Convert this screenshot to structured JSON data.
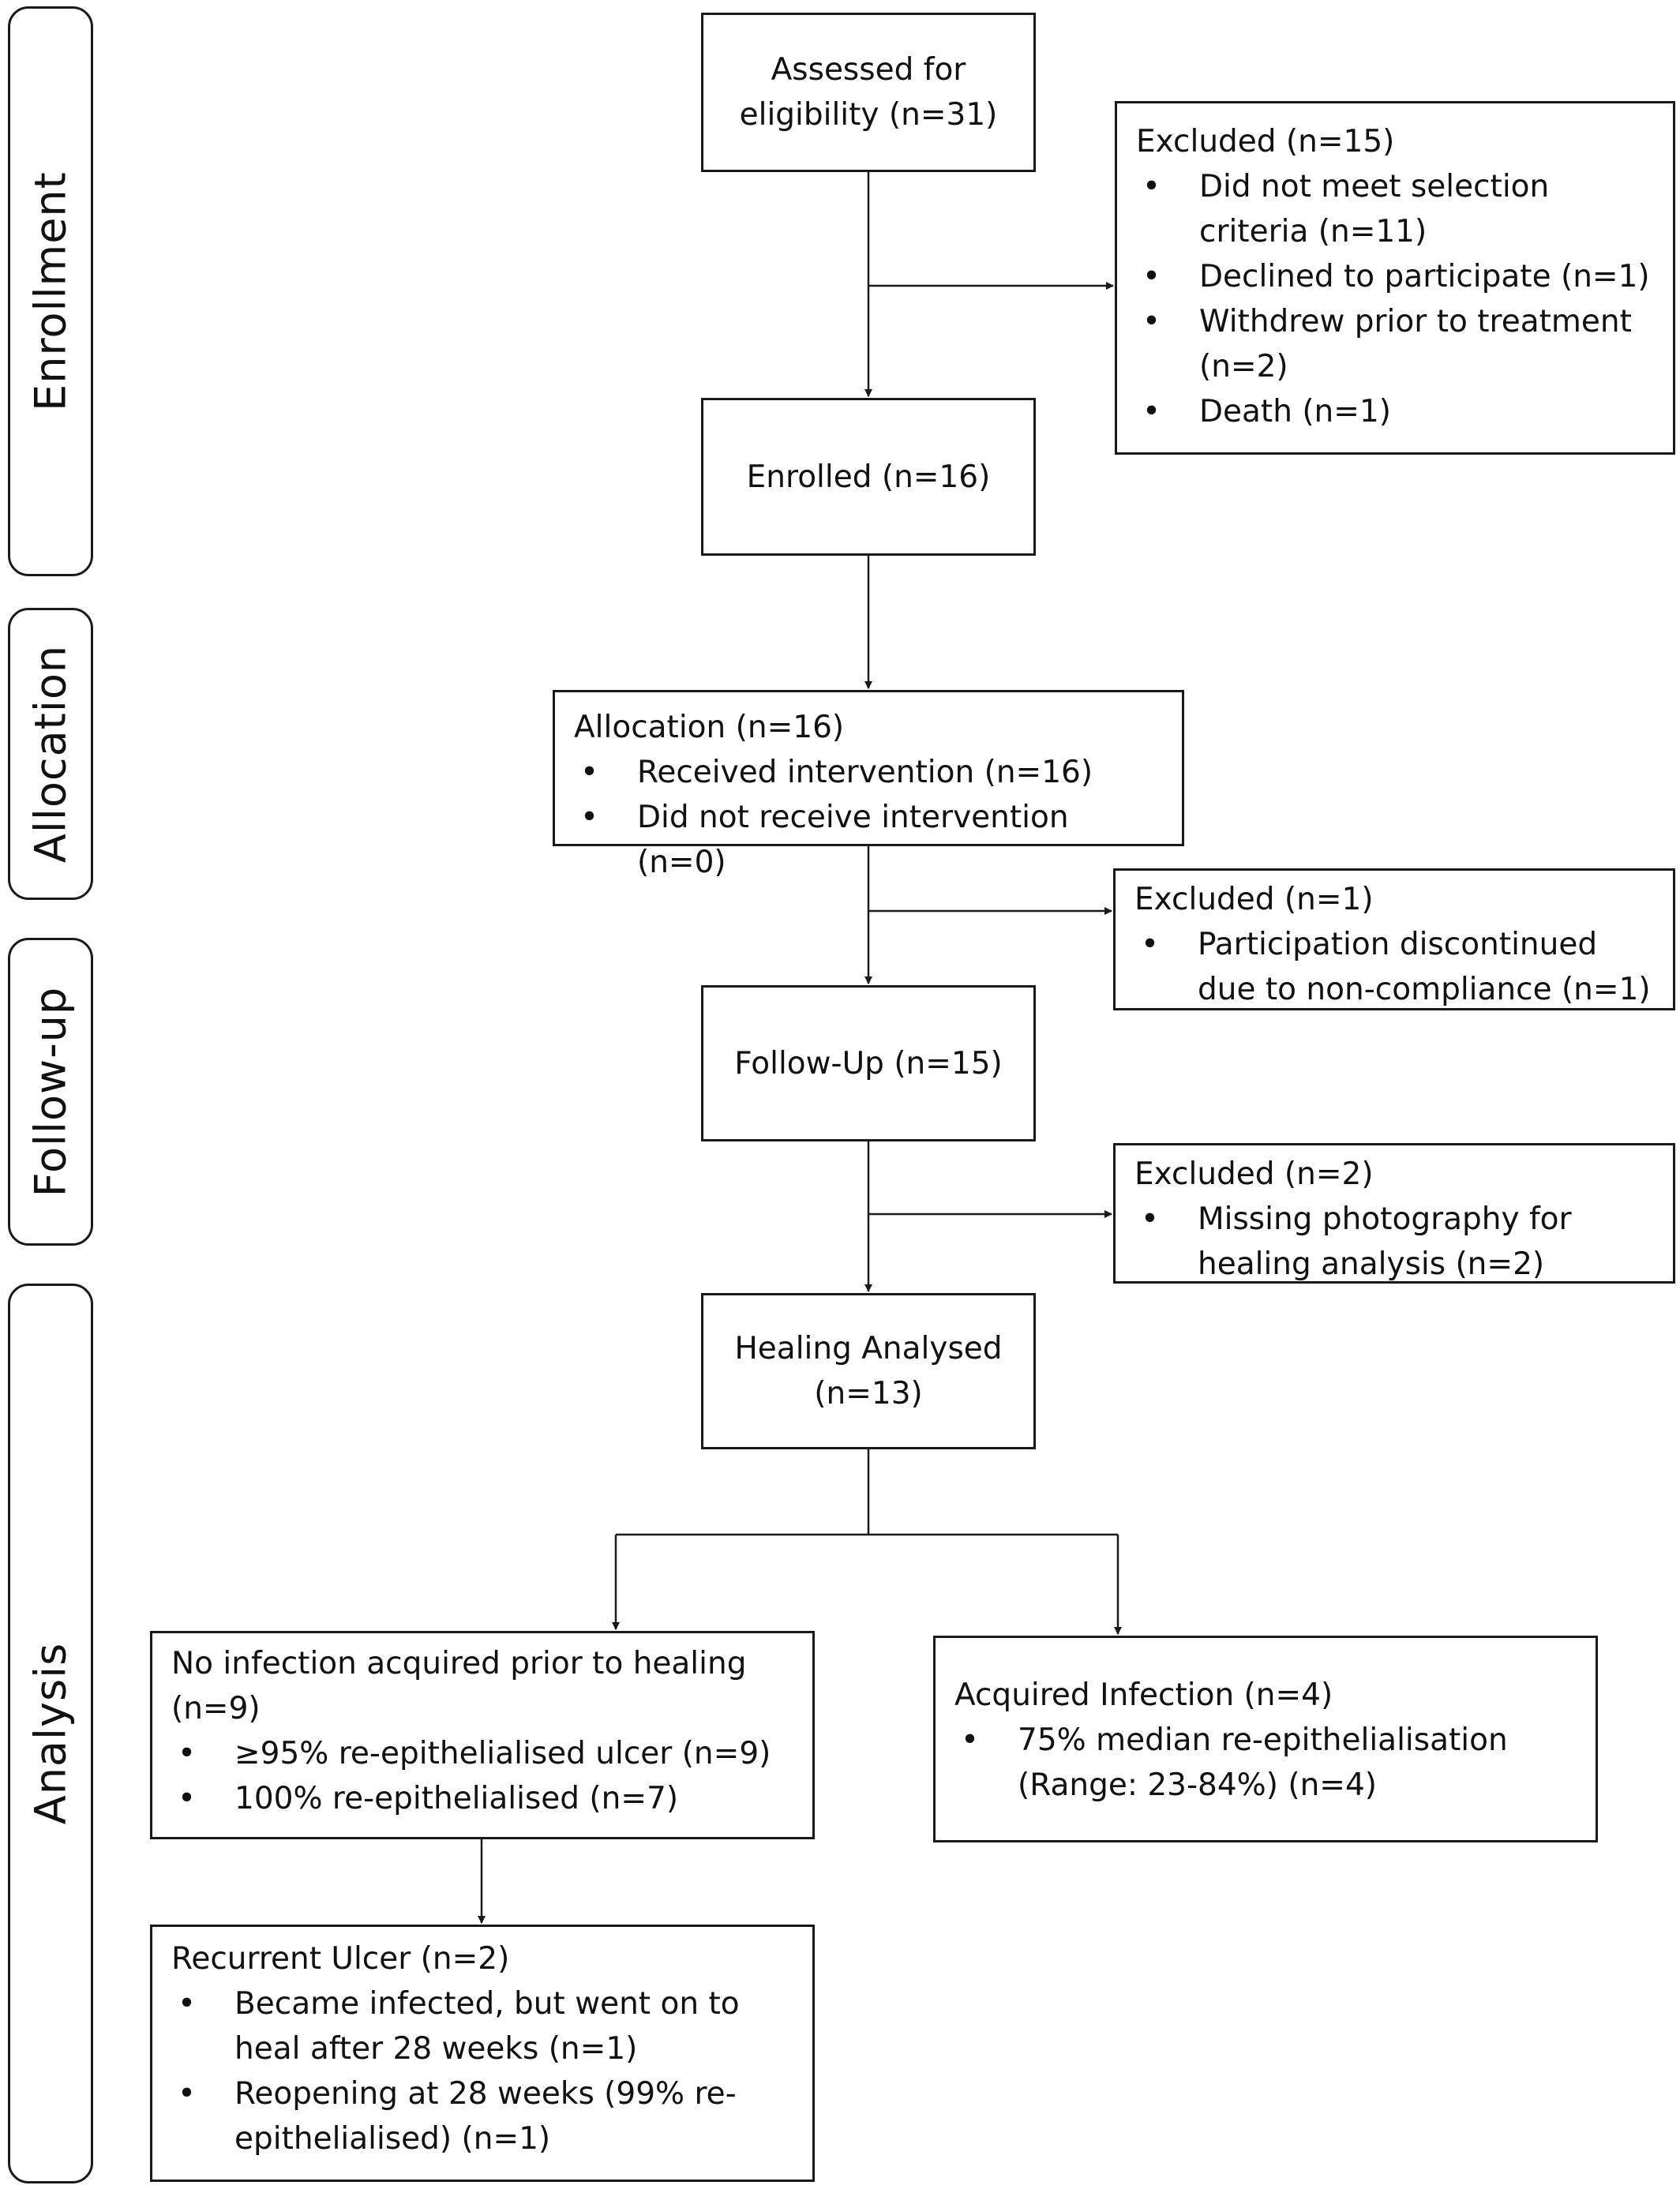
{
  "phases": {
    "enrollment": "Enrollment",
    "allocation": "Allocation",
    "followup": "Follow-up",
    "analysis": "Analysis"
  },
  "assessed": {
    "line1": "Assessed for",
    "line2": "eligibility (n=31)"
  },
  "excluded1": {
    "header": "Excluded (n=15)",
    "items": [
      "Did not meet selection criteria (n=11)",
      "Declined to participate (n=1)",
      "Withdrew prior to treatment (n=2)",
      "Death (n=1)"
    ]
  },
  "enrolled": {
    "label": "Enrolled (n=16)"
  },
  "allocation_box": {
    "header": "Allocation (n=16)",
    "items": [
      "Received intervention (n=16)",
      "Did not receive intervention (n=0)"
    ]
  },
  "excluded2": {
    "header": "Excluded (n=1)",
    "items": [
      "Participation discontinued due to non-compliance (n=1)"
    ]
  },
  "followup_box": {
    "label": "Follow-Up (n=15)"
  },
  "excluded3": {
    "header": "Excluded (n=2)",
    "items": [
      "Missing photography for healing analysis (n=2)"
    ]
  },
  "healing": {
    "line1": "Healing Analysed",
    "line2": "(n=13)"
  },
  "no_infection": {
    "header": "No infection acquired prior to healing (n=9)",
    "items": [
      "≥95% re-epithelialised ulcer (n=9)",
      "100% re-epithelialised (n=7)"
    ]
  },
  "infection": {
    "header": "Acquired Infection (n=4)",
    "items": [
      "75% median re-epithelialisation (Range: 23-84%) (n=4)"
    ]
  },
  "recurrent": {
    "header": "Recurrent Ulcer (n=2)",
    "items": [
      "Became infected, but went on to heal after 28 weeks (n=1)",
      "Reopening at 28 weeks (99% re-epithelialised) (n=1)"
    ]
  }
}
